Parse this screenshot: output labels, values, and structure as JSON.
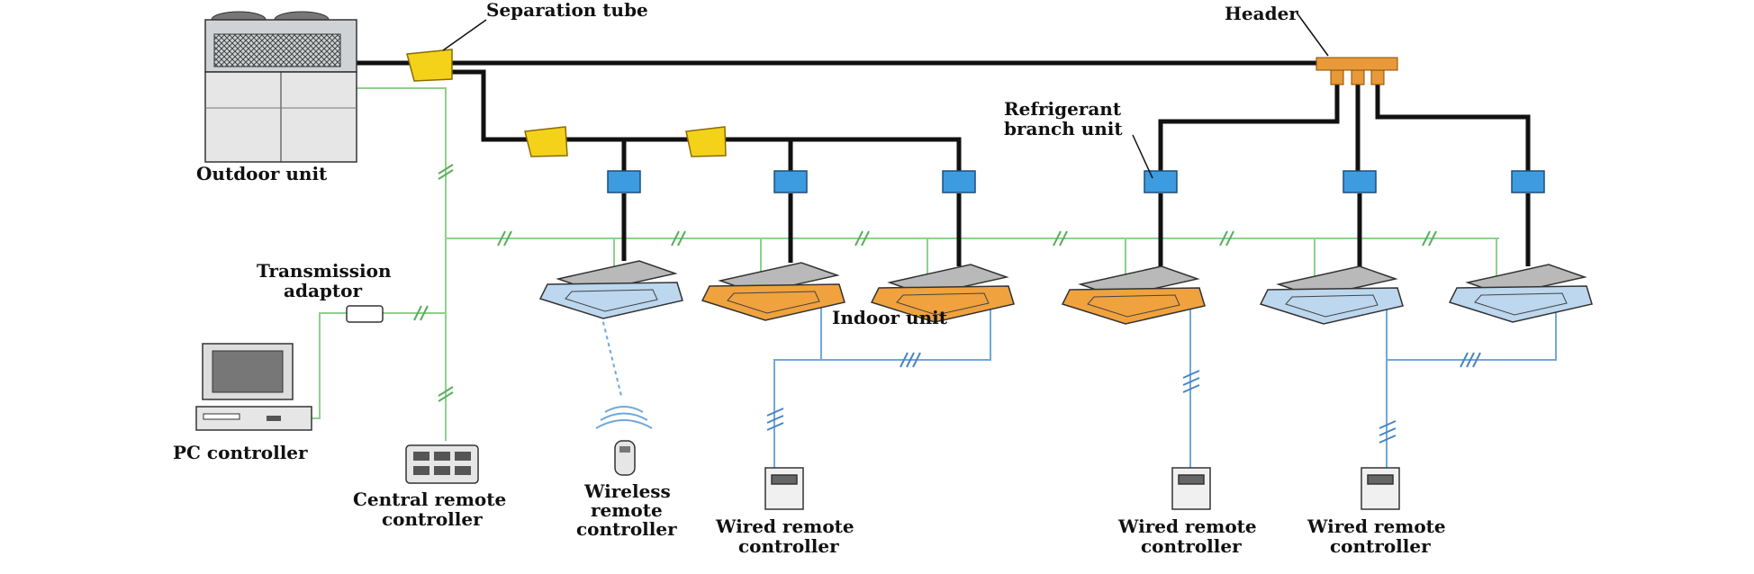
{
  "labels": {
    "outdoor_unit": "Outdoor unit",
    "separation_tube": "Separation tube",
    "header": "Header",
    "refrigerant_branch_unit": [
      "Refrigerant",
      "branch unit"
    ],
    "transmission_adaptor": [
      "Transmission",
      "adaptor"
    ],
    "pc_controller": "PC controller",
    "central_remote_controller": [
      "Central remote",
      "controller"
    ],
    "wireless_remote_controller": [
      "Wireless",
      "remote",
      "controller"
    ],
    "indoor_unit": "Indoor unit",
    "wired_remote_controller": [
      "Wired remote",
      "controller"
    ]
  },
  "colors": {
    "refrigerant_pipe": "#111111",
    "transmission_line": "#8fd08f",
    "remote_line": "#6fa8dc",
    "separation_tube": "#f5d21a",
    "header": "#e89a3a",
    "branch_unit": "#3d9be0",
    "indoor_unit_blue": "#bcd7ee",
    "indoor_unit_orange": "#f0a23e"
  },
  "indoor_units": [
    {
      "id": "iu-1",
      "variant": "blue"
    },
    {
      "id": "iu-2",
      "variant": "orange"
    },
    {
      "id": "iu-3",
      "variant": "orange"
    },
    {
      "id": "iu-4",
      "variant": "orange"
    },
    {
      "id": "iu-5",
      "variant": "blue"
    },
    {
      "id": "iu-6",
      "variant": "blue"
    }
  ]
}
